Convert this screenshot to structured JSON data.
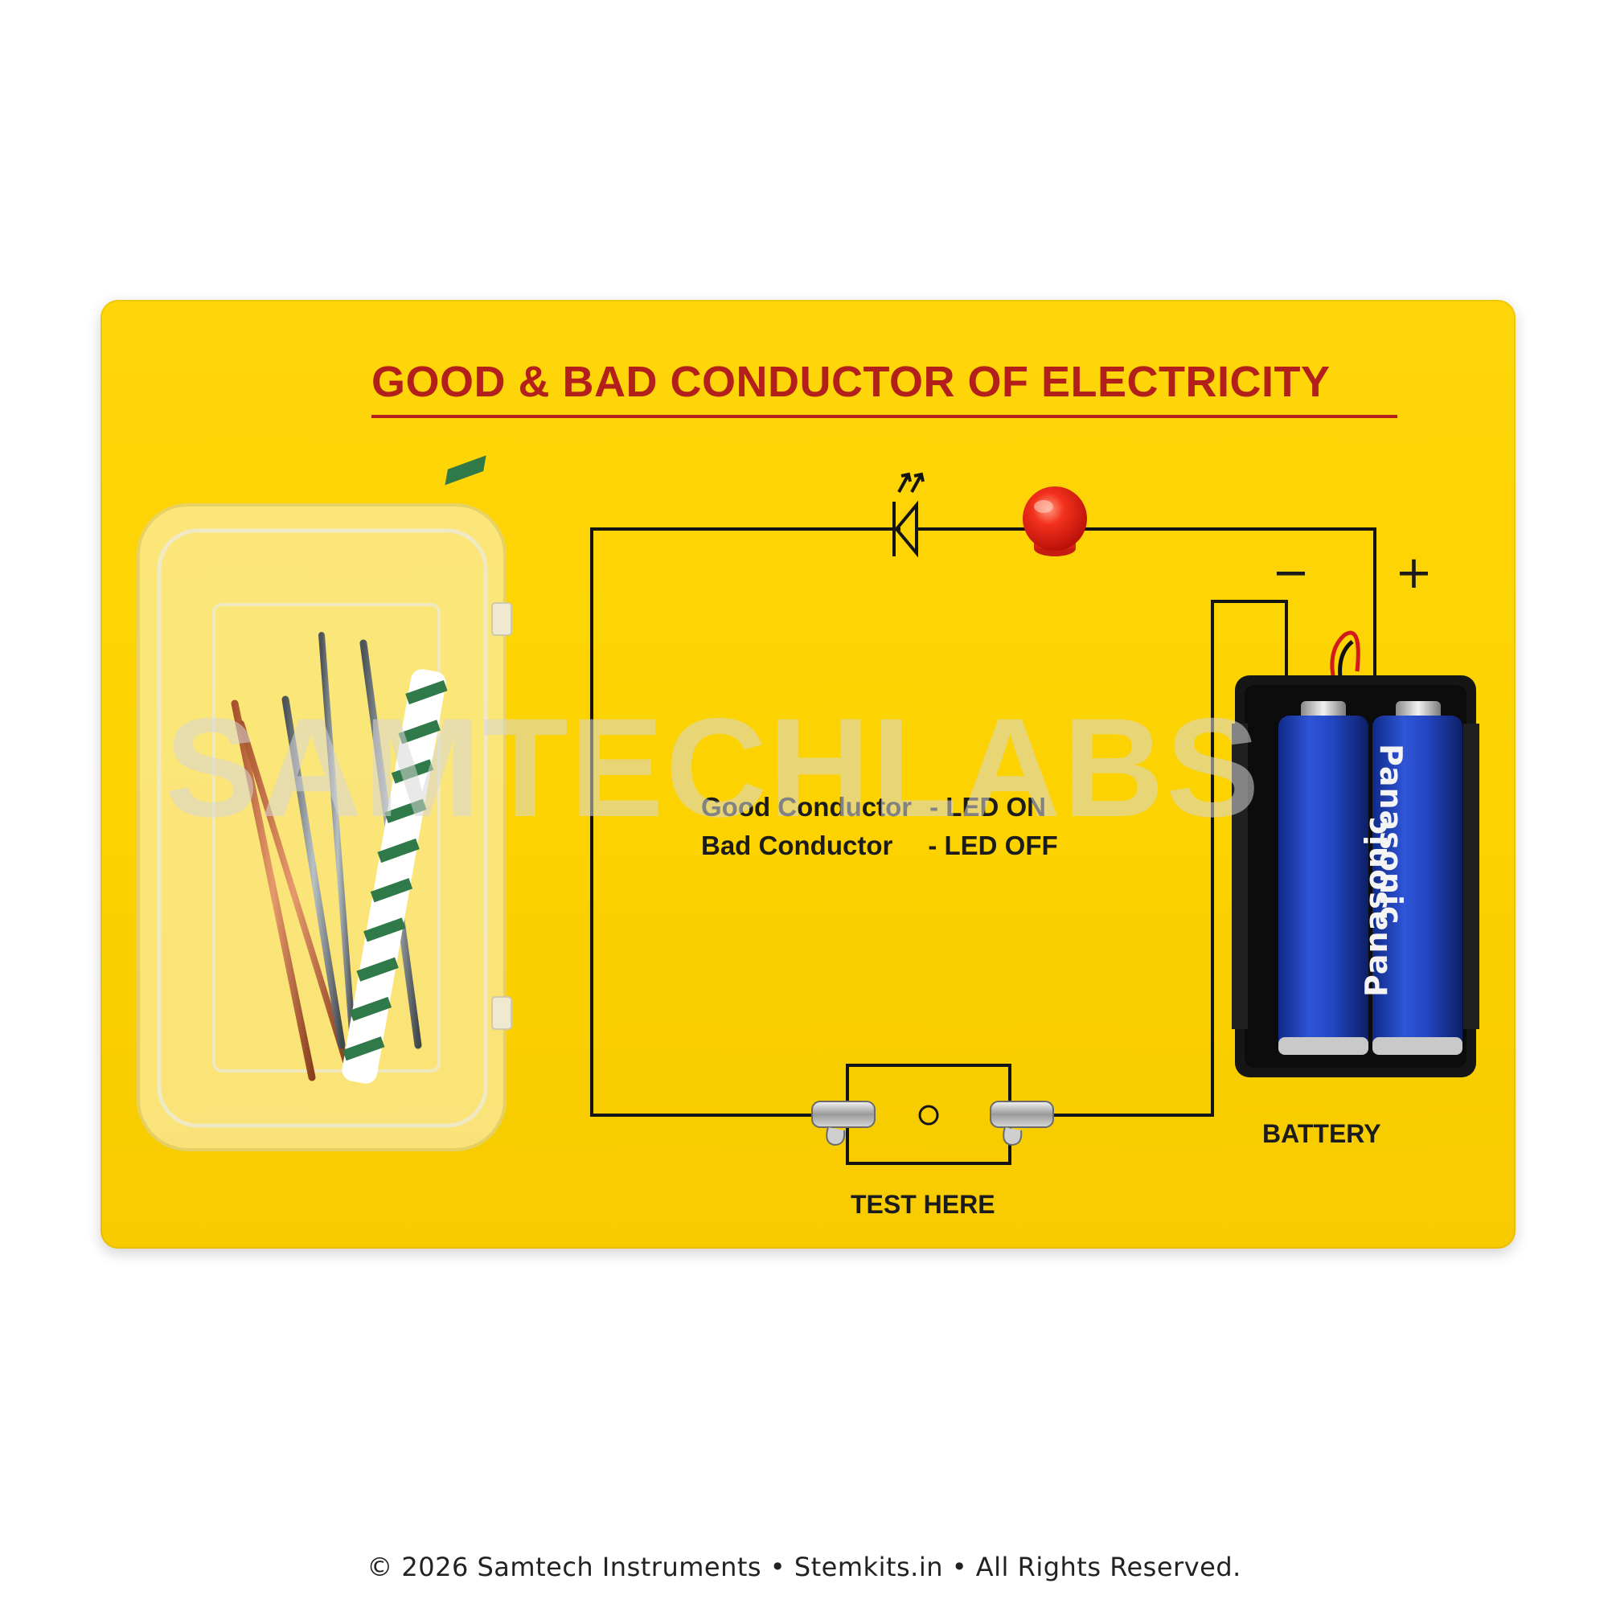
{
  "board": {
    "title": "GOOD & BAD CONDUCTOR OF ELECTRICITY",
    "legend": [
      {
        "material": "Good Conductor",
        "result": "- LED ON"
      },
      {
        "material": "Bad Conductor",
        "result": "- LED OFF"
      }
    ],
    "test_label": "TEST HERE",
    "battery_label": "BATTERY",
    "minus_sign": "−",
    "plus_sign": "+",
    "battery_brand": "Panasonic"
  },
  "watermark": "SAMTECHLABS",
  "footer": "© 2026 Samtech Instruments • Stemkits.in • All Rights Reserved.",
  "colors": {
    "board": "#fcd200",
    "title": "#b3201b",
    "led": "#e21a10",
    "battery": "#1f3ea8",
    "holder": "#151515"
  },
  "icons": [
    "led-symbol-icon",
    "led-bulb",
    "test-clip",
    "battery-holder",
    "sample-box"
  ]
}
